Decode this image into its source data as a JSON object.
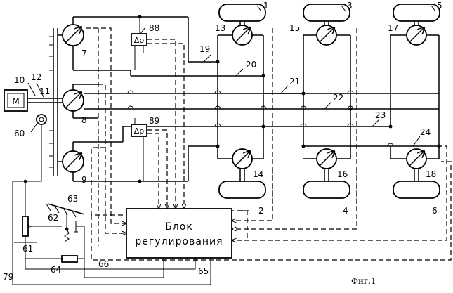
{
  "control_unit": {
    "line1": "Блок",
    "line2": "регулирования"
  },
  "caption": "Фиг.1",
  "motor_symbol": "M",
  "dp_symbol": "Δp",
  "labels": {
    "n1": "1",
    "n2": "2",
    "n3": "3",
    "n4": "4",
    "n5": "5",
    "n6": "6",
    "n7": "7",
    "n8": "8",
    "n9": "9",
    "n10": "10",
    "n11": "11",
    "n12": "12",
    "n13": "13",
    "n14": "14",
    "n15": "15",
    "n16": "16",
    "n17": "17",
    "n18": "18",
    "n19": "19",
    "n20": "20",
    "n21": "21",
    "n22": "22",
    "n23": "23",
    "n24": "24",
    "n60": "60",
    "n61": "61",
    "n62": "62",
    "n63": "63",
    "n64": "64",
    "n65": "65",
    "n66": "66",
    "n79": "79",
    "n88": "88",
    "n89": "89"
  }
}
